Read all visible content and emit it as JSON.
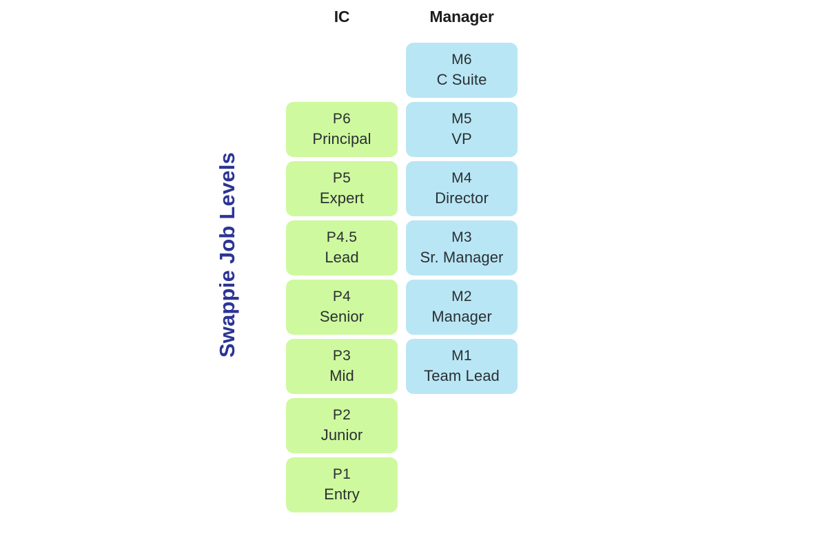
{
  "page": {
    "title": "Swappie Job Levels",
    "background_color": "#ffffff",
    "title_color": "#2c3494"
  },
  "columns": [
    {
      "id": "ic",
      "header": "IC",
      "box_color": "#cef99e",
      "text_color": "#2a2f33"
    },
    {
      "id": "manager",
      "header": "Manager",
      "box_color": "#b9e6f4",
      "text_color": "#2a2f33"
    }
  ],
  "ic_levels": [
    {
      "code": "P6",
      "name": "Principal"
    },
    {
      "code": "P5",
      "name": "Expert"
    },
    {
      "code": "P4.5",
      "name": "Lead"
    },
    {
      "code": "P4",
      "name": "Senior"
    },
    {
      "code": "P3",
      "name": "Mid"
    },
    {
      "code": "P2",
      "name": "Junior"
    },
    {
      "code": "P1",
      "name": "Entry"
    }
  ],
  "manager_levels": [
    {
      "code": "M6",
      "name": "C Suite"
    },
    {
      "code": "M5",
      "name": "VP"
    },
    {
      "code": "M4",
      "name": "Director"
    },
    {
      "code": "M3",
      "name": "Sr. Manager"
    },
    {
      "code": "M2",
      "name": "Manager"
    },
    {
      "code": "M1",
      "name": "Team Lead"
    }
  ],
  "chart_data": {
    "type": "table",
    "title": "Swappie Job Levels",
    "xlabel": "",
    "ylabel": "",
    "categories": [
      "IC",
      "Manager"
    ],
    "grid": false,
    "legend": "none",
    "series": [
      {
        "name": "IC",
        "color": "#cef99e",
        "values": [
          {
            "code": "P6",
            "name": "Principal",
            "rank": 6.0
          },
          {
            "code": "P5",
            "name": "Expert",
            "rank": 5.0
          },
          {
            "code": "P4.5",
            "name": "Lead",
            "rank": 4.5
          },
          {
            "code": "P4",
            "name": "Senior",
            "rank": 4.0
          },
          {
            "code": "P3",
            "name": "Mid",
            "rank": 3.0
          },
          {
            "code": "P2",
            "name": "Junior",
            "rank": 2.0
          },
          {
            "code": "P1",
            "name": "Entry",
            "rank": 1.0
          }
        ]
      },
      {
        "name": "Manager",
        "color": "#b9e6f4",
        "values": [
          {
            "code": "M6",
            "name": "C Suite",
            "rank": 6.0
          },
          {
            "code": "M5",
            "name": "VP",
            "rank": 5.0
          },
          {
            "code": "M4",
            "name": "Director",
            "rank": 4.0
          },
          {
            "code": "M3",
            "name": "Sr. Manager",
            "rank": 3.0
          },
          {
            "code": "M2",
            "name": "Manager",
            "rank": 2.0
          },
          {
            "code": "M1",
            "name": "Team Lead",
            "rank": 1.0
          }
        ]
      }
    ],
    "annotations": []
  }
}
